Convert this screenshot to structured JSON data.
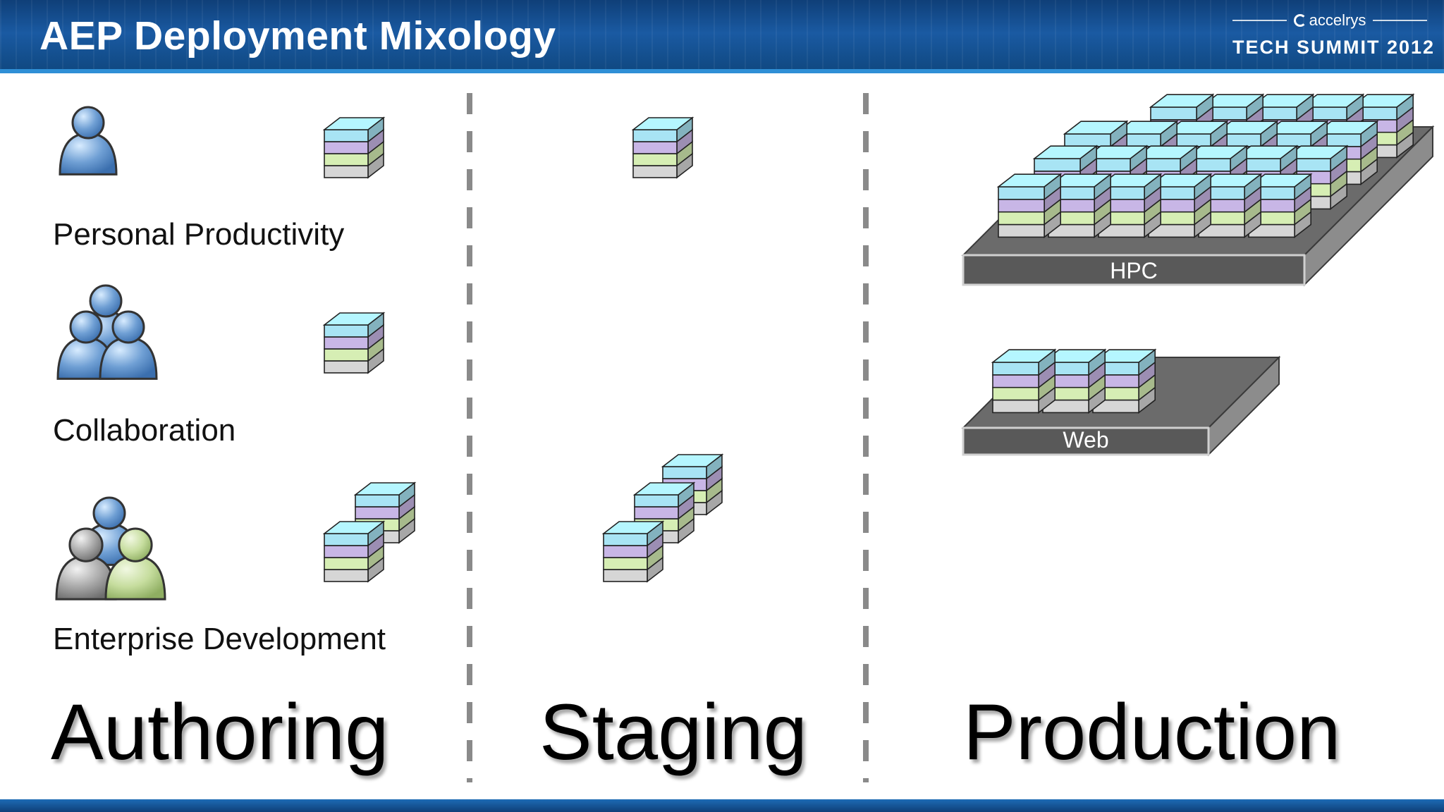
{
  "slide": {
    "title": "AEP Deployment Mixology"
  },
  "logo": {
    "brand": "accelrys",
    "event": "TECH SUMMIT 2012"
  },
  "roles": [
    {
      "label": "Personal Productivity",
      "icon": "single-user-icon"
    },
    {
      "label": "Collaboration",
      "icon": "user-group-icon"
    },
    {
      "label": "Enterprise Development",
      "icon": "multi-user-icon"
    }
  ],
  "stages": [
    "Authoring",
    "Staging",
    "Production"
  ],
  "platforms": {
    "hpc": "HPC",
    "web": "Web"
  },
  "colors": {
    "header": "#1a5aa2",
    "server_top": "#a8e4f4",
    "server_layer_2": "#c8b6e6",
    "server_layer_3": "#d6eeb4",
    "server_base": "#d6d6d6",
    "user_blue": "#6f9fd4",
    "user_gray": "#a9a9a9",
    "user_green": "#c6dd9e",
    "platform": "#6b6b6b"
  }
}
